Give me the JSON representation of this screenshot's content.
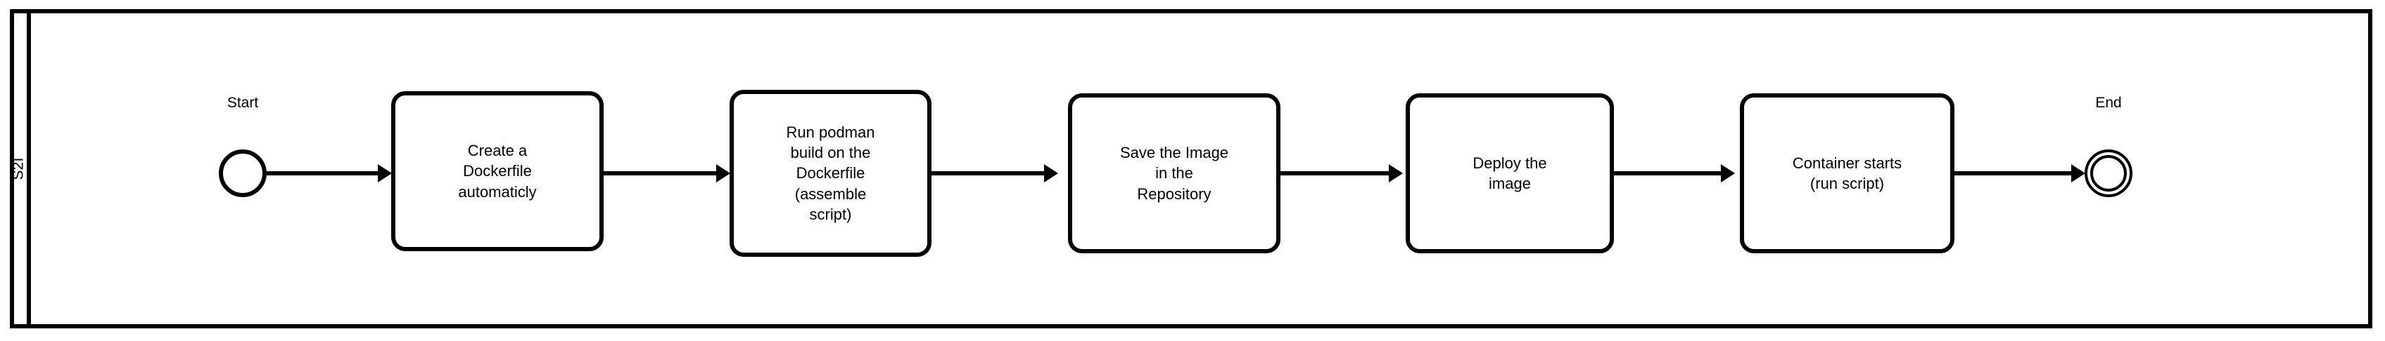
{
  "diagram": {
    "type": "bpmn-process",
    "pool": {
      "lane_label": "S2I"
    },
    "start_event": {
      "label": "Start",
      "icon": "start-event-circle"
    },
    "end_event": {
      "label": "End",
      "icon": "end-event-double-circle"
    },
    "tasks": [
      {
        "id": "create-dockerfile",
        "label": "Create a\nDockerfile\nautomaticly"
      },
      {
        "id": "podman-build",
        "label": "Run podman\nbuild on the\nDockerfile\n(assemble\nscript)"
      },
      {
        "id": "save-image",
        "label": "Save the Image\nin the\nRepository"
      },
      {
        "id": "deploy-image",
        "label": "Deploy the\nimage"
      },
      {
        "id": "container-starts",
        "label": "Container starts\n(run script)"
      }
    ],
    "flows": [
      {
        "from": "start",
        "to": "create-dockerfile"
      },
      {
        "from": "create-dockerfile",
        "to": "podman-build"
      },
      {
        "from": "podman-build",
        "to": "save-image"
      },
      {
        "from": "save-image",
        "to": "deploy-image"
      },
      {
        "from": "deploy-image",
        "to": "container-starts"
      },
      {
        "from": "container-starts",
        "to": "end"
      }
    ],
    "colors": {
      "stroke": "#000000",
      "fill": "#ffffff",
      "text": "#000000"
    }
  }
}
